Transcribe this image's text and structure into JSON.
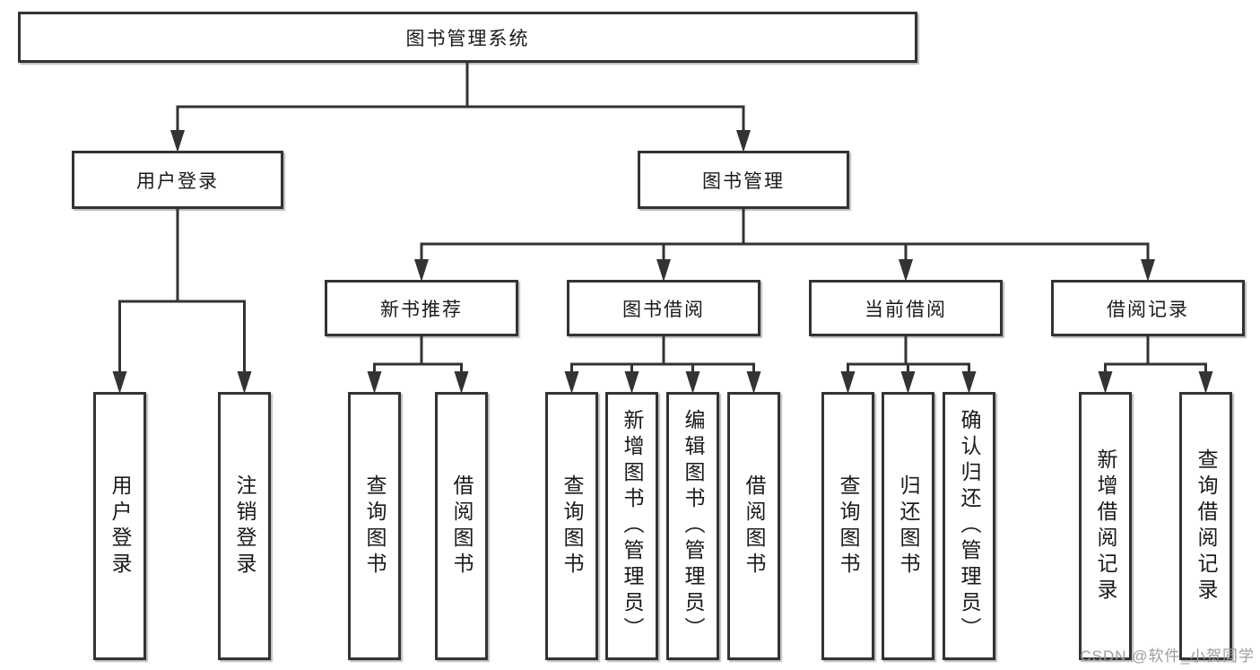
{
  "diagram": {
    "tree": {
      "label": "图书管理系统",
      "children": [
        {
          "label": "用户登录",
          "children": [
            {
              "label": "用户登录"
            },
            {
              "label": "注销登录"
            }
          ]
        },
        {
          "label": "图书管理",
          "children": [
            {
              "label": "新书推荐",
              "children": [
                {
                  "label": "查询图书"
                },
                {
                  "label": "借阅图书"
                }
              ]
            },
            {
              "label": "图书借阅",
              "children": [
                {
                  "label": "查询图书"
                },
                {
                  "label": "新增图书（管理员）"
                },
                {
                  "label": "编辑图书（管理员）"
                },
                {
                  "label": "借阅图书"
                }
              ]
            },
            {
              "label": "当前借阅",
              "children": [
                {
                  "label": "查询图书"
                },
                {
                  "label": "归还图书"
                },
                {
                  "label": "确认归还（管理员）"
                }
              ]
            },
            {
              "label": "借阅记录",
              "children": [
                {
                  "label": "新增借阅记录"
                },
                {
                  "label": "查询借阅记录"
                }
              ]
            }
          ]
        }
      ]
    },
    "colors": {
      "line": "#333333",
      "box_border": "#333333",
      "box_fill": "#ffffff",
      "text": "#1a1a1a",
      "watermark": "#9c9c9c",
      "background": "#ffffff"
    }
  },
  "watermark": {
    "text": "CSDN @软件_小贺同学"
  }
}
